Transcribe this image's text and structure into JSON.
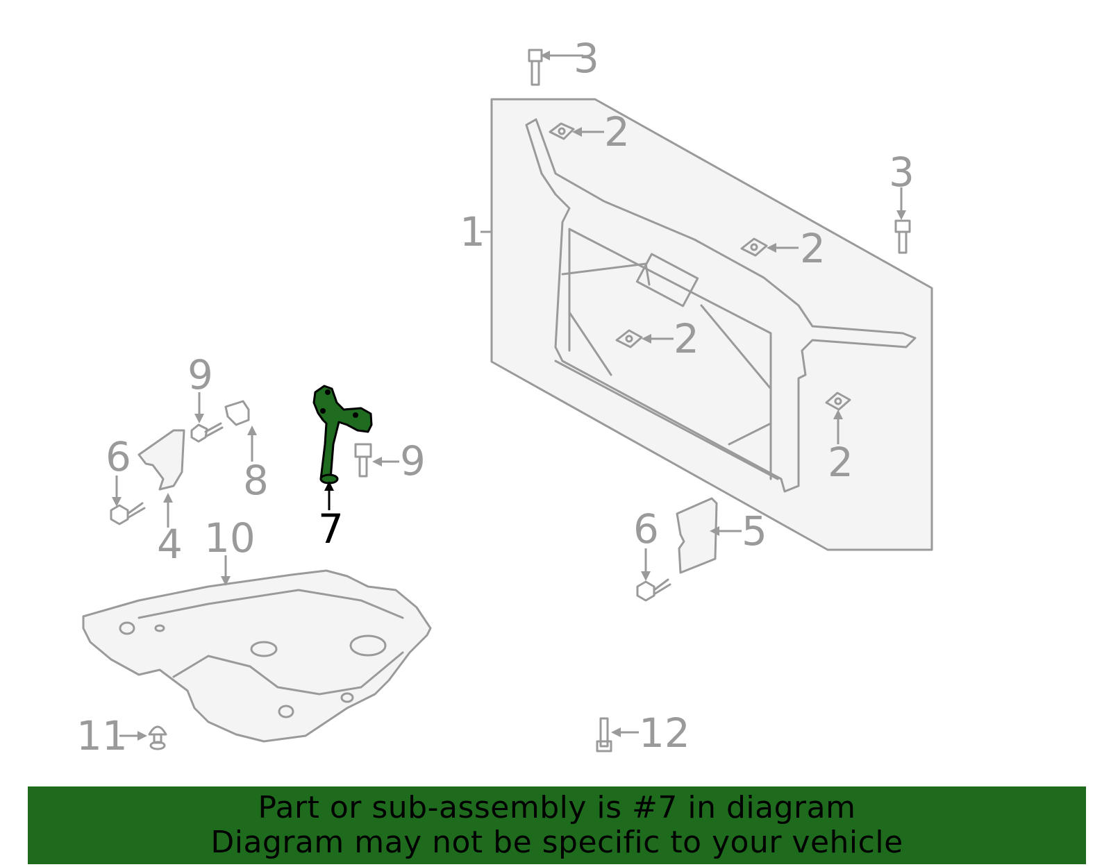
{
  "callouts": {
    "c1": "1",
    "c2a": "2",
    "c2b": "2",
    "c2c": "2",
    "c2d": "2",
    "c3a": "3",
    "c3b": "3",
    "c4": "4",
    "c5": "5",
    "c6a": "6",
    "c6b": "6",
    "c7": "7",
    "c8": "8",
    "c9a": "9",
    "c9b": "9",
    "c10": "10",
    "c11": "11",
    "c12": "12"
  },
  "highlighted_part": "7",
  "colors": {
    "highlight": "#1e6b1e",
    "line": "#9a9a9a",
    "banner": "#1e6b1e",
    "active_label": "#000000"
  },
  "banner": {
    "line1": "Part or sub-assembly is #7 in diagram",
    "line2": "Diagram may not be specific to your vehicle"
  }
}
